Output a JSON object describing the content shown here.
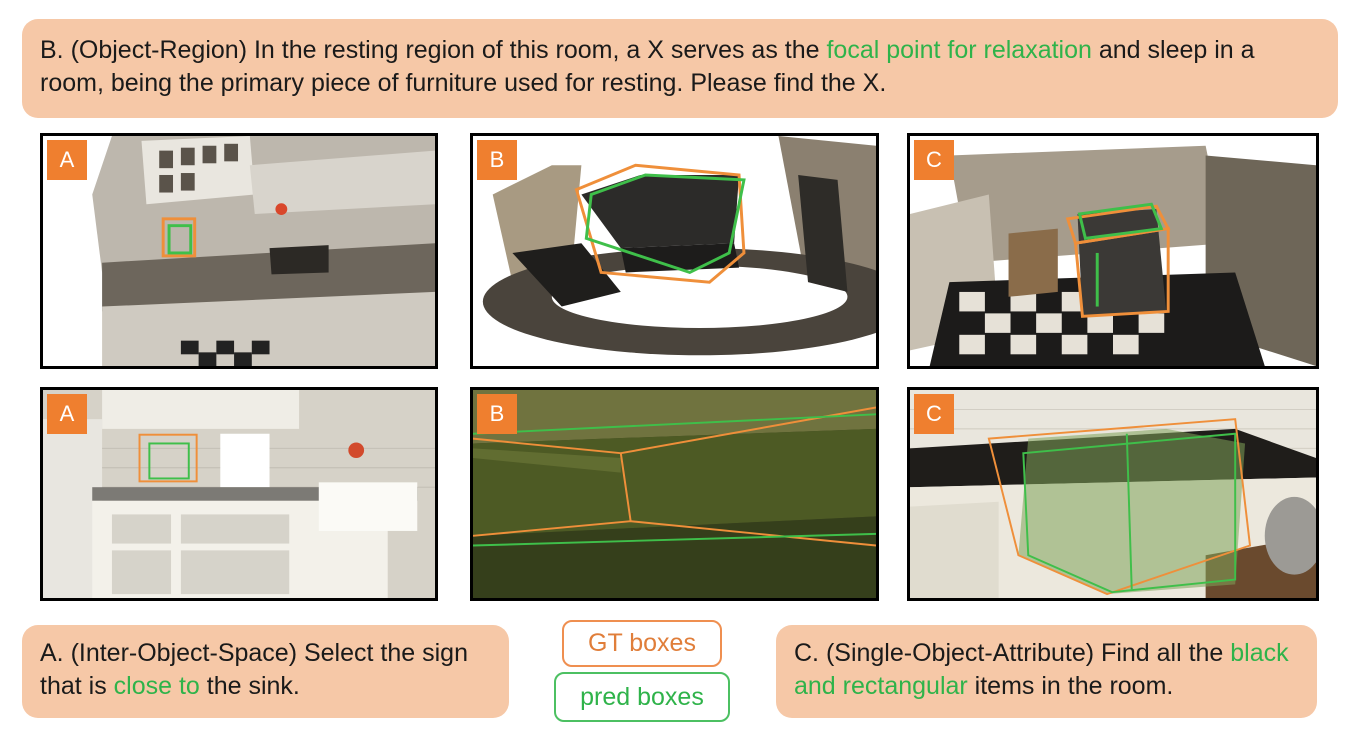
{
  "captions": {
    "b": {
      "prefix": "B. (Object-Region) In the resting region of this room, a X serves as the ",
      "highlight": "focal point for relaxation",
      "suffix": " and sleep in a room, being the primary piece of furniture used for resting. Please find the X."
    },
    "a": {
      "prefix": "A. (Inter-Object-Space) Select the sign that is ",
      "highlight": "close to",
      "suffix": " the sink."
    },
    "c": {
      "prefix": "C. (Single-Object-Attribute) Find all the ",
      "highlight": "black and rectangular",
      "suffix": " items in the room."
    }
  },
  "panels": [
    {
      "label": "A",
      "view": "3D point cloud"
    },
    {
      "label": "B",
      "view": "3D point cloud"
    },
    {
      "label": "C",
      "view": "3D point cloud"
    },
    {
      "label": "A",
      "view": "RGB image"
    },
    {
      "label": "B",
      "view": "RGB image"
    },
    {
      "label": "C",
      "view": "RGB image"
    }
  ],
  "legend": {
    "gt": "GT boxes",
    "pred": "pred boxes"
  },
  "colors": {
    "caption_bg": "#f6c8a7",
    "highlight": "#2fb34a",
    "gt_box": "#ef8f3a",
    "pred_box": "#3fbf4a",
    "tag_bg": "#ef7f2f"
  }
}
